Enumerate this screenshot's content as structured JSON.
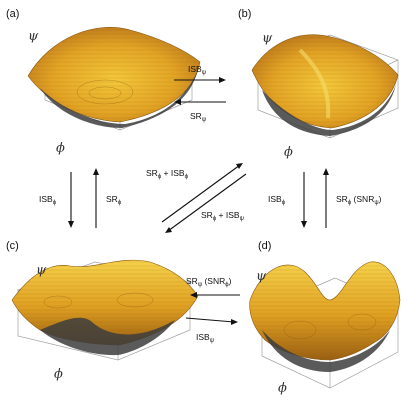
{
  "panels": {
    "a": {
      "label": "(a)",
      "axis_v": "ψ",
      "axis_h": "ϕ"
    },
    "b": {
      "label": "(b)",
      "axis_v": "ψ",
      "axis_h": "ϕ"
    },
    "c": {
      "label": "(c)",
      "axis_v": "ψ",
      "axis_h": "ϕ"
    },
    "d": {
      "label": "(d)",
      "axis_v": "ψ",
      "axis_h": "ϕ"
    }
  },
  "transitions": {
    "a_to_b": {
      "main": "ISB",
      "sub": "ψ"
    },
    "b_to_a": {
      "main": "SR",
      "sub": "ψ"
    },
    "a_to_c": {
      "main": "ISB",
      "sub": "ϕ"
    },
    "c_to_a": {
      "main": "SR",
      "sub": "ϕ"
    },
    "diag_up": {
      "p1": "SR",
      "s1": "ϕ",
      "mid": " + ",
      "p2": "ISB",
      "s2": "ϕ"
    },
    "diag_down": {
      "p1": "SR",
      "s1": "ϕ",
      "mid": " + ",
      "p2": "ISB",
      "s2": "ψ"
    },
    "b_to_d": {
      "main": "ISB",
      "sub": "ϕ"
    },
    "d_to_b": {
      "main": "SR",
      "sub": "ϕ",
      "extra": " (SNR",
      "extra_sub": "ψ",
      "close": ")"
    },
    "d_to_c": {
      "main": "SR",
      "sub": "ψ",
      "extra": " (SNR",
      "extra_sub": "ϕ",
      "close": ")"
    },
    "c_to_d": {
      "main": "ISB",
      "sub": "ψ"
    }
  },
  "colors": {
    "surface_top": "#f2c230",
    "surface_mid": "#d9911c",
    "surface_dark": "#7a4a10",
    "shadow": "#3a3a3a",
    "contour": "#8a5a12",
    "box": "#9a9a9a"
  }
}
